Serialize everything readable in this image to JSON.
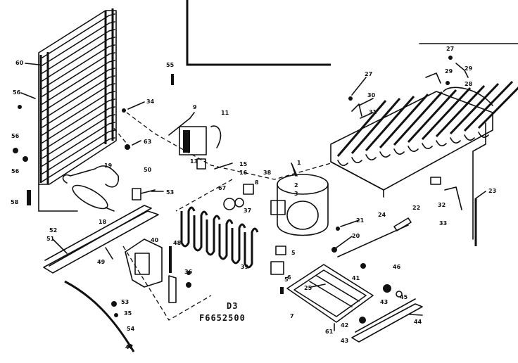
{
  "diagram": {
    "caption_line1": "D3",
    "caption_line2": "F6652500",
    "labels": [
      {
        "id": "60a",
        "text": "60"
      },
      {
        "id": "56a",
        "text": "56"
      },
      {
        "id": "56b",
        "text": "56"
      },
      {
        "id": "56c",
        "text": "56"
      },
      {
        "id": "58a",
        "text": "58"
      },
      {
        "id": "55",
        "text": "55"
      },
      {
        "id": "34a",
        "text": "34"
      },
      {
        "id": "63a",
        "text": "63"
      },
      {
        "id": "9",
        "text": "9"
      },
      {
        "id": "11",
        "text": "11"
      },
      {
        "id": "13",
        "text": "13"
      },
      {
        "id": "15",
        "text": "15"
      },
      {
        "id": "19",
        "text": "19"
      },
      {
        "id": "18",
        "text": "18"
      },
      {
        "id": "50",
        "text": "50"
      },
      {
        "id": "53",
        "text": "53"
      },
      {
        "id": "52",
        "text": "52"
      },
      {
        "id": "51",
        "text": "51"
      },
      {
        "id": "49",
        "text": "49"
      },
      {
        "id": "16",
        "text": "16"
      },
      {
        "id": "8",
        "text": "8"
      },
      {
        "id": "38",
        "text": "38"
      },
      {
        "id": "1",
        "text": "1"
      },
      {
        "id": "2",
        "text": "2"
      },
      {
        "id": "3",
        "text": "3"
      },
      {
        "id": "67",
        "text": "67"
      },
      {
        "id": "37",
        "text": "37"
      },
      {
        "id": "39",
        "text": "39"
      },
      {
        "id": "40",
        "text": "40"
      },
      {
        "id": "48",
        "text": "48"
      },
      {
        "id": "36",
        "text": "36"
      },
      {
        "id": "5a",
        "text": "5"
      },
      {
        "id": "6",
        "text": "6"
      },
      {
        "id": "5b",
        "text": "5"
      },
      {
        "id": "27a",
        "text": "27"
      },
      {
        "id": "30",
        "text": "30"
      },
      {
        "id": "31",
        "text": "31"
      },
      {
        "id": "27b",
        "text": "27"
      },
      {
        "id": "29a",
        "text": "29"
      },
      {
        "id": "29b",
        "text": "29"
      },
      {
        "id": "28",
        "text": "28"
      },
      {
        "id": "24",
        "text": "24"
      },
      {
        "id": "32",
        "text": "32"
      },
      {
        "id": "33",
        "text": "33"
      },
      {
        "id": "23",
        "text": "23"
      },
      {
        "id": "22",
        "text": "22"
      },
      {
        "id": "21",
        "text": "21"
      },
      {
        "id": "20",
        "text": "20"
      },
      {
        "id": "25",
        "text": "25"
      },
      {
        "id": "41",
        "text": "41"
      },
      {
        "id": "7",
        "text": "7"
      },
      {
        "id": "61",
        "text": "61"
      },
      {
        "id": "42",
        "text": "42"
      },
      {
        "id": "43a",
        "text": "43"
      },
      {
        "id": "43b",
        "text": "43"
      },
      {
        "id": "44",
        "text": "44"
      },
      {
        "id": "45",
        "text": "45"
      },
      {
        "id": "46",
        "text": "46"
      },
      {
        "id": "53b",
        "text": "53"
      },
      {
        "id": "35",
        "text": "35"
      },
      {
        "id": "54",
        "text": "54"
      },
      {
        "id": "47",
        "text": "47"
      }
    ]
  }
}
